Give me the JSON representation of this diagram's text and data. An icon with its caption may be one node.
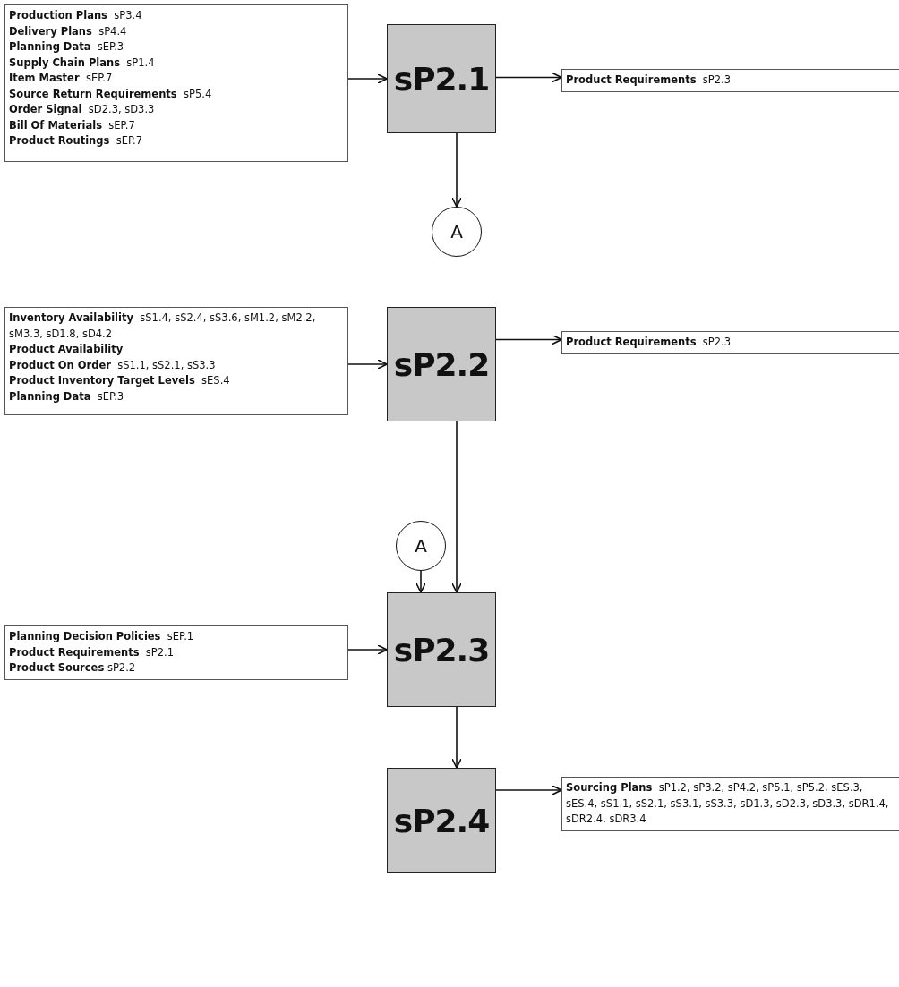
{
  "diagram": {
    "nodes": [
      {
        "text": [
          "**Production Plans**  sP3.4",
          "**Delivery Plans**  sP4.4",
          "**Planning Data**  sEP.3",
          "**Supply Chain Plans**  sP1.4",
          "**Item Master**  sEP.7",
          "**Source Return Requirements**  sP5.4",
          "**Order Signal**  sD2.3, sD3.3",
          "**Bill Of Materials**  sEP.7",
          "**Product Routings**  sEP.7"
        ]
      },
      {
        "text": [
          "sP2.1"
        ]
      },
      {
        "text": [
          "**Product Requirements**  sP2.3"
        ]
      },
      {
        "text": [
          "A"
        ]
      },
      {
        "text": [
          "**Inventory Availability**  sS1.4, sS2.4, sS3.6, sM1.2, sM2.2, sM3.3, sD1.8, sD4.2",
          "**Product Availability**",
          "**Product On Order**  sS1.1, sS2.1, sS3.3",
          "**Product Inventory Target Levels**  sES.4",
          "**Planning Data**  sEP.3"
        ]
      },
      {
        "text": [
          "sP2.2"
        ]
      },
      {
        "text": [
          "**Product Requirements**  sP2.3"
        ]
      },
      {
        "text": [
          "A"
        ]
      },
      {
        "text": [
          "**Planning Decision Policies**  sEP.1",
          "**Product Requirements**  sP2.1",
          "**Product Sources** sP2.2"
        ]
      },
      {
        "text": [
          "sP2.3"
        ]
      },
      {
        "text": [
          "sP2.4"
        ]
      },
      {
        "text": [
          "**Sourcing Plans**  sP1.2, sP3.2, sP4.2, sP5.1, sP5.2, sES.3, sES.4, sS1.1, sS2.1, sS3.1, sS3.3, sD1.3, sD2.3, sD3.3, sDR1.4, sDR2.4, sDR3.4"
        ]
      }
    ],
    "edges": [
      {
        "from": 0,
        "to": 1,
        "arrow": "to"
      },
      {
        "from": 1,
        "to": 2,
        "arrow": "to"
      },
      {
        "from": 1,
        "to": 3,
        "arrow": "to"
      },
      {
        "from": 4,
        "to": 5,
        "arrow": "to"
      },
      {
        "from": 5,
        "to": 6,
        "arrow": "to"
      },
      {
        "from": 7,
        "to": 9,
        "arrow": "to"
      },
      {
        "from": 5,
        "to": 9,
        "arrow": "to"
      },
      {
        "from": 8,
        "to": 9,
        "arrow": "to"
      },
      {
        "from": 9,
        "to": 10,
        "arrow": "to"
      },
      {
        "from": 10,
        "to": 11,
        "arrow": "to"
      }
    ]
  }
}
